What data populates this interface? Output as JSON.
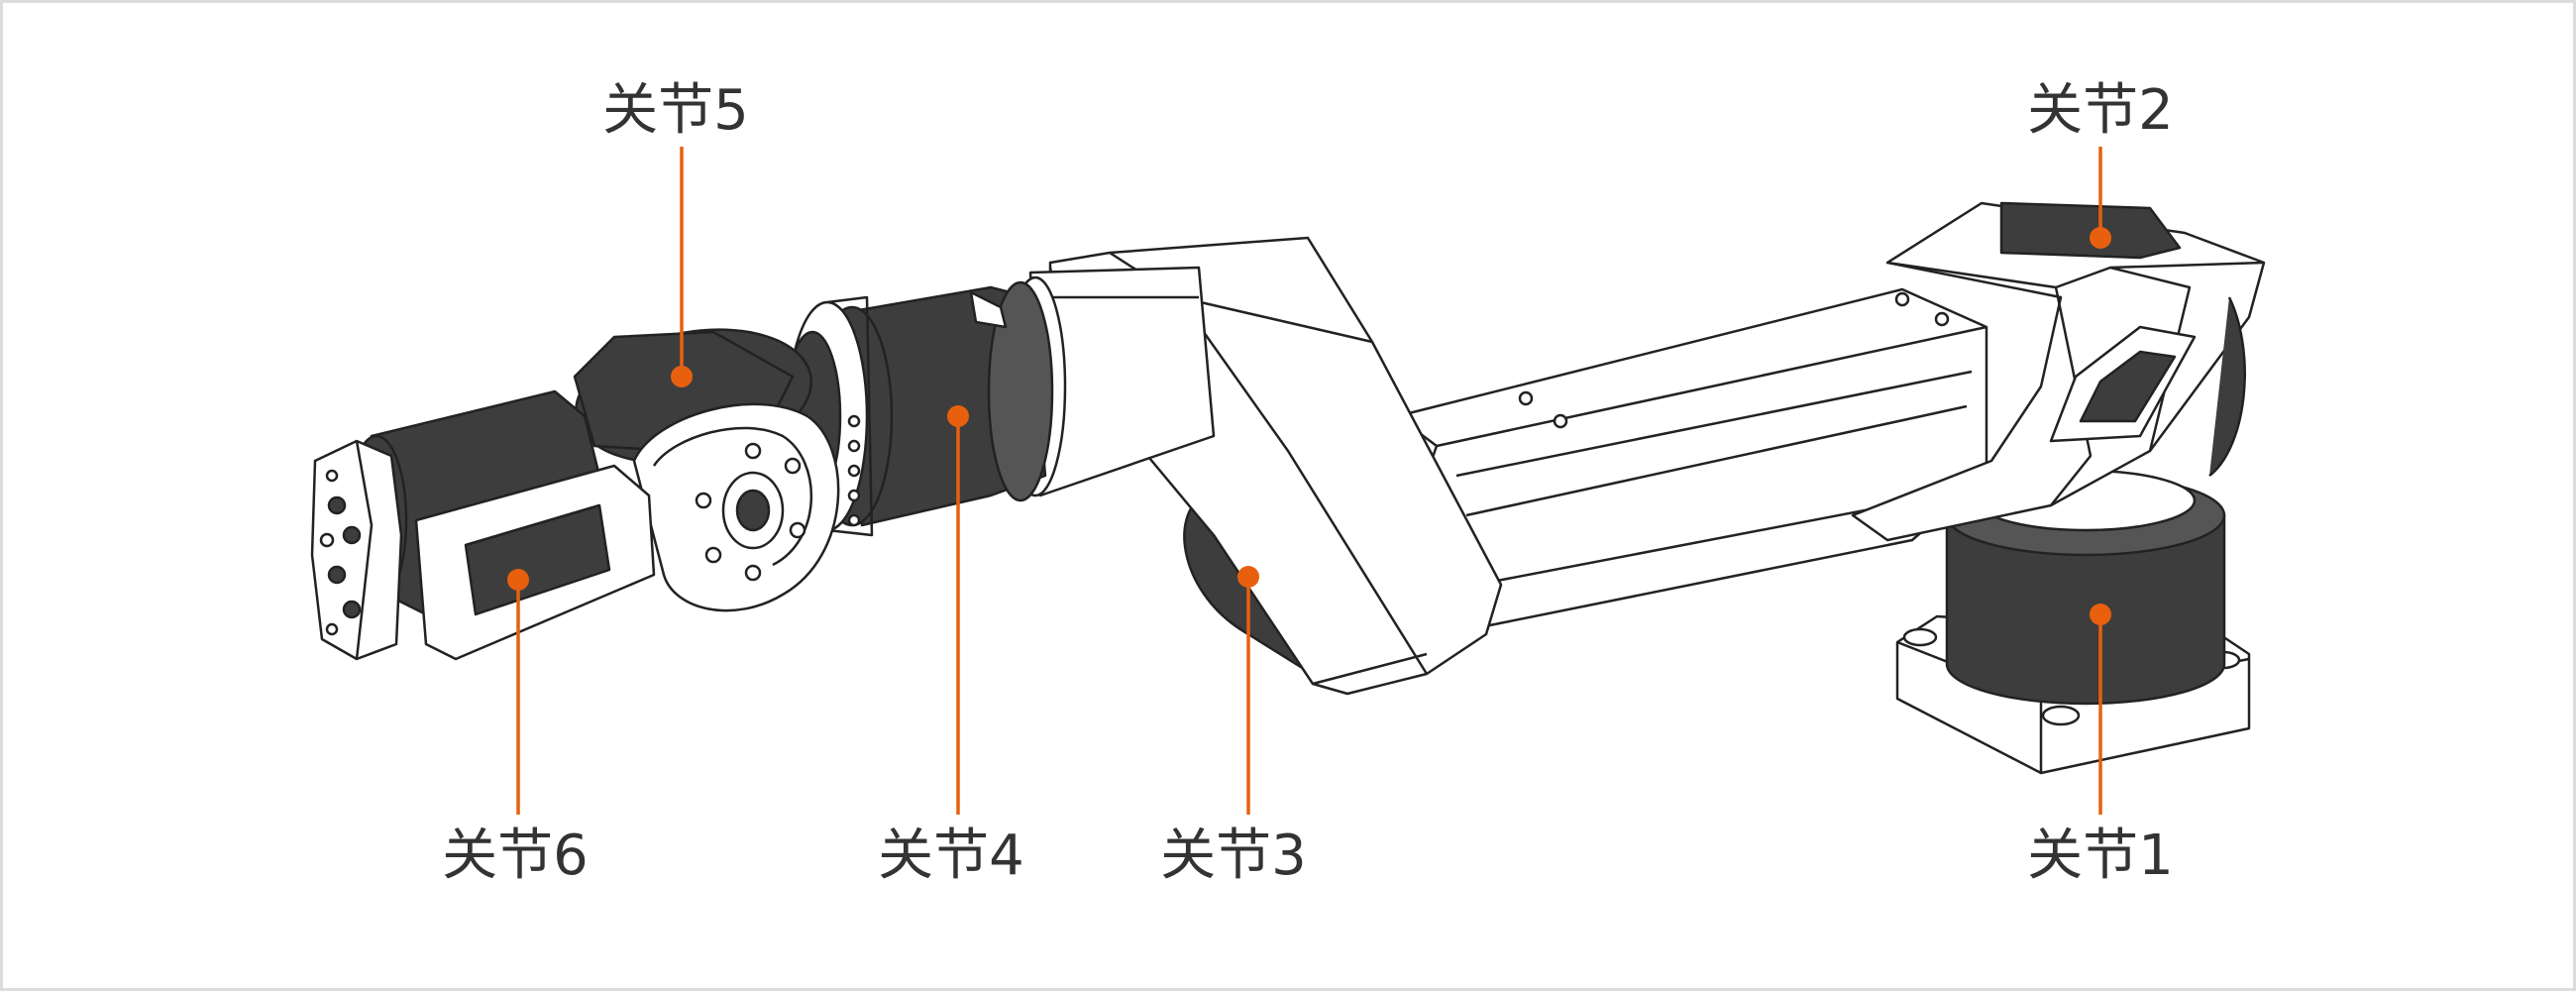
{
  "diagram": {
    "accent_color": "#e8600e",
    "motor_color": "#3d3d3d",
    "outline_color": "#222222",
    "joints": [
      {
        "id": "j1",
        "label": "关节1"
      },
      {
        "id": "j2",
        "label": "关节2"
      },
      {
        "id": "j3",
        "label": "关节3"
      },
      {
        "id": "j4",
        "label": "关节4"
      },
      {
        "id": "j5",
        "label": "关节5"
      },
      {
        "id": "j6",
        "label": "关节6"
      }
    ]
  }
}
